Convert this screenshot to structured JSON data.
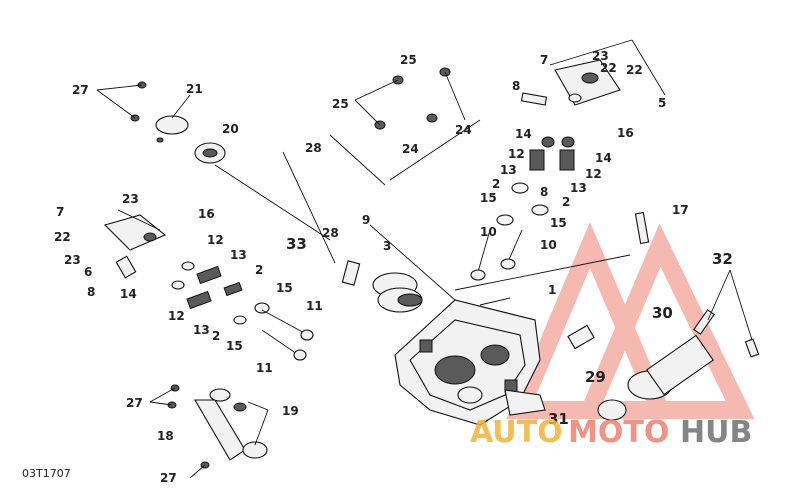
{
  "diagram": {
    "reference_code": "03T1707",
    "labels": {
      "l1": "27",
      "l2": "21",
      "l3": "20",
      "l4": "25",
      "l5": "25",
      "l6": "24",
      "l7": "24",
      "l8": "8",
      "l9": "7",
      "l10": "23",
      "l11": "22",
      "l12": "22",
      "l13": "5",
      "l14": "14",
      "l15": "16",
      "l16": "12",
      "l17": "14",
      "l18": "12",
      "l19": "13",
      "l20": "2",
      "l21": "8",
      "l22": "13",
      "l23": "2",
      "l24": "15",
      "l25": "15",
      "l26": "10",
      "l27": "10",
      "l28": "17",
      "l29": "28",
      "l30": "28",
      "l31": "9",
      "l32": "33",
      "l33": "3",
      "l34": "1",
      "l35": "23",
      "l36": "7",
      "l37": "16",
      "l38": "22",
      "l39": "23",
      "l40": "6",
      "l41": "8",
      "l42": "12",
      "l43": "14",
      "l44": "13",
      "l45": "2",
      "l46": "15",
      "l47": "12",
      "l48": "11",
      "l49": "13",
      "l50": "2",
      "l51": "15",
      "l52": "11",
      "l53": "32",
      "l54": "30",
      "l55": "29",
      "l56": "31",
      "l57": "27",
      "l58": "19",
      "l59": "18",
      "l60": "27"
    }
  },
  "watermark": {
    "part1": "AUTO",
    "part2": "MOTO",
    "part3": "HUB",
    "color_primary": "#f08070",
    "color_secondary": "#707070"
  }
}
